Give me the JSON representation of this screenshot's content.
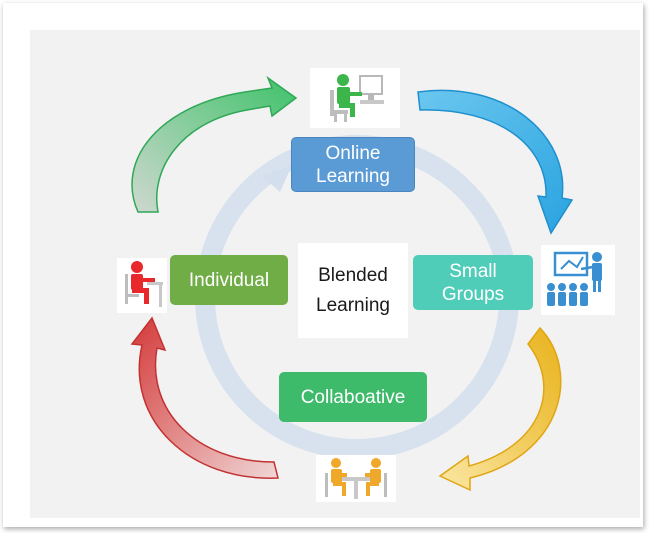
{
  "diagram": {
    "center": {
      "line1": "Blended",
      "line2": "Learning"
    },
    "nodes": {
      "online": {
        "line1": "Online",
        "line2": "Learning",
        "color": "#5b9bd5"
      },
      "small_groups": {
        "line1": "Small",
        "line2": "Groups",
        "color": "#4fcdb9"
      },
      "collaborative": {
        "label": "Collaboative",
        "color": "#3dba6a"
      },
      "individual": {
        "label": "Individual",
        "color": "#70ad47"
      }
    },
    "icons": {
      "online": "person-at-computer-icon",
      "small_groups": "presenter-with-audience-icon",
      "collaborative": "two-people-at-desk-icon",
      "individual": "person-at-desk-icon"
    },
    "arrow_colors": {
      "top_left": "#5cc97a",
      "top_right": "#5ab8e8",
      "bottom_right": "#f2c12e",
      "bottom_left": "#d9534f",
      "ring": "#c9d9ec"
    }
  }
}
